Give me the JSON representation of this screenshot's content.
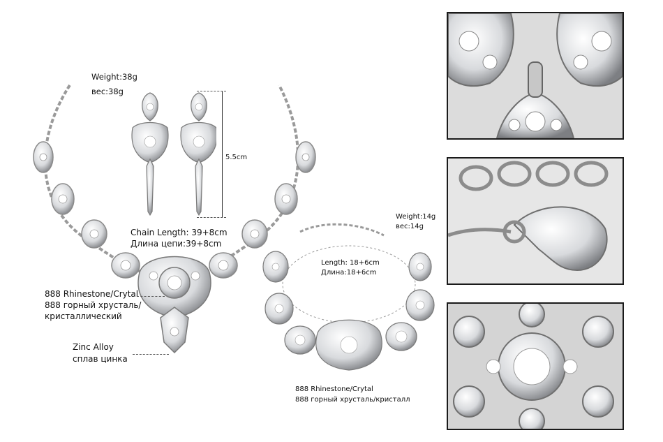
{
  "necklace": {
    "weight_en": "Weight:38g",
    "weight_ru": "вес:38g",
    "earring_length": "5.5cm",
    "chain_length_en": "Chain Length: 39+8cm",
    "chain_length_ru": "Длина цепи:39+8cm",
    "stone_en": "888 Rhinestone/Crytal",
    "stone_ru_1": "888 горный хрусталь/",
    "stone_ru_2": "кристаллический",
    "material_en": "Zinc Alloy",
    "material_ru": "сплав цинка"
  },
  "bracelet": {
    "weight_en": "Weight:14g",
    "weight_ru": "вес:14g",
    "length_en": "Length: 18+6cm",
    "length_ru": "Длина:18+6cm",
    "stone_en": "888 Rhinestone/Crytal",
    "stone_ru": "888 горный хрусталь/кристалл"
  },
  "colors": {
    "silver_dark": "#8a8a8a",
    "silver_light": "#e8e8e8",
    "crystal": "#f4f6f8",
    "frame": "#1a1a1a"
  }
}
